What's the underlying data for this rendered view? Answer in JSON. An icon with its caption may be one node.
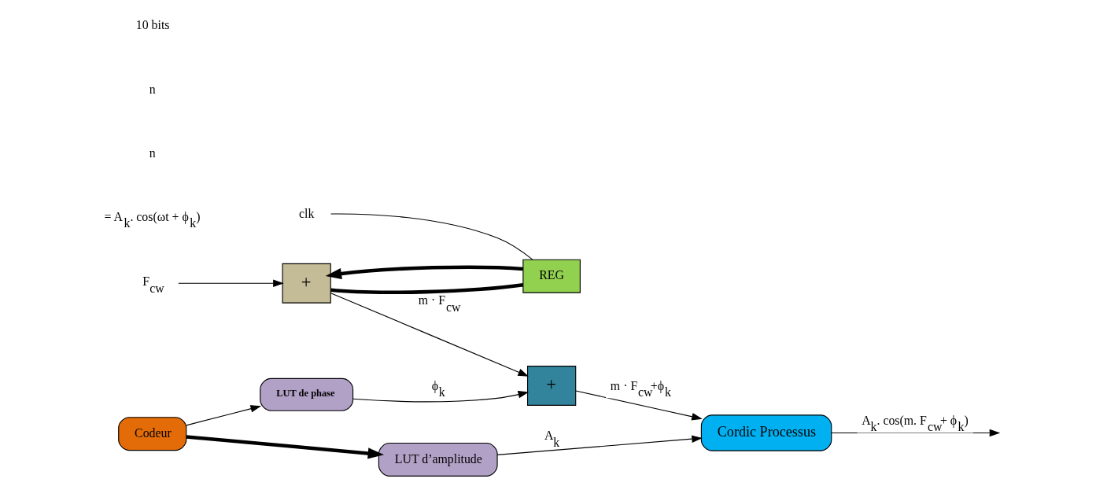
{
  "diagram": {
    "nodes": [
      {
        "text": [
          "+"
        ]
      },
      {
        "text": [
          "+"
        ]
      },
      {
        "text": [
          "Cordic Processus"
        ]
      },
      {
        "text": [
          "REG"
        ]
      },
      {
        "text": [
          "LUT de phase"
        ]
      },
      {
        "text": [
          "Codeur"
        ]
      },
      {
        "text": [
          "LUT d’amplitude"
        ]
      },
      {
        "text": [
          "F$_{cw}$"
        ]
      },
      {
        "text": [
          "clk"
        ]
      }
    ],
    "edges": [
      {
        "from": 7,
        "to": 0,
        "arrow": "to"
      },
      {
        "from": 0,
        "to": 1,
        "arrow": "to",
        "label": "m · F$_{cw}$"
      },
      {
        "from": 0,
        "to": 3,
        "arrow": "none",
        "style": "thick"
      },
      {
        "from": 3,
        "to": 0,
        "arrow": "to",
        "style": "thick"
      },
      {
        "from": 8,
        "to": 3,
        "arrow": "none"
      },
      {
        "from": 1,
        "to": 2,
        "arrow": "to",
        "label": "m · F$_{cw}$+ϕ$_{k}$"
      },
      {
        "from": 4,
        "to": 1,
        "arrow": "to",
        "label": "ϕ$_{k}$"
      },
      {
        "from": 6,
        "to": 2,
        "arrow": "to",
        "label": "A$_{k}$"
      },
      {
        "from": 5,
        "to": 4,
        "arrow": "to"
      },
      {
        "from": 5,
        "to": 6,
        "arrow": "to",
        "style": "thick"
      },
      {
        "from": 2,
        "to": null,
        "arrow": "to",
        "label": "A$_{k}$. cos(m. F$_{cw}$+ ϕ$_{k}$)"
      }
    ],
    "labels": [
      "= A$_{k}$. cos(ωt + ϕ$_{k}$)",
      "n",
      "n",
      "10 bits"
    ]
  }
}
